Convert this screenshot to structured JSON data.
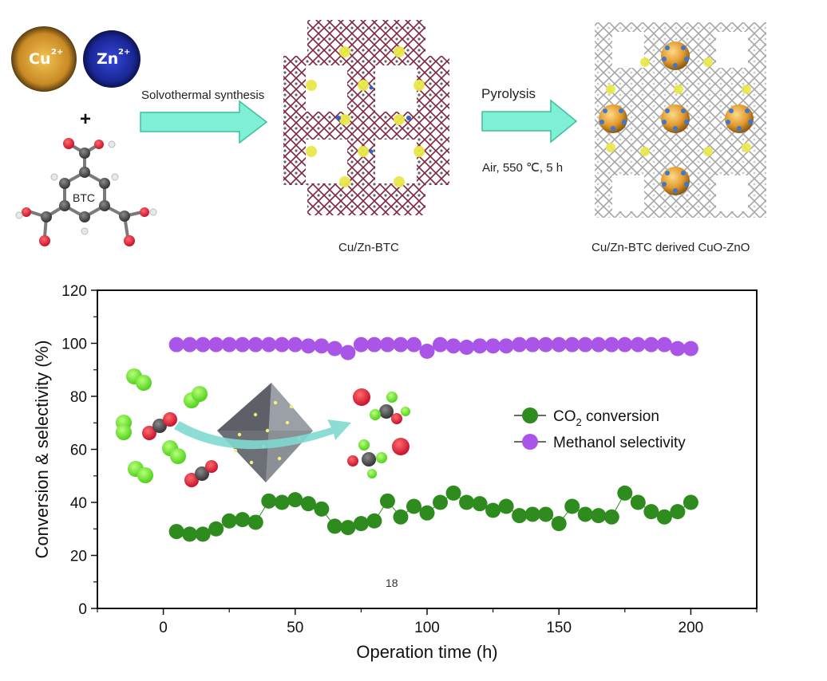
{
  "scheme": {
    "ion_cu": "Cu",
    "ion_cu_charge": "2+",
    "ion_zn": "Zn",
    "ion_zn_charge": "2+",
    "plus": "+",
    "ligand": "BTC",
    "step1": "Solvothermal synthesis",
    "step2": "Pyrolysis",
    "step2_condition": "Air, 550 ℃, 5 h",
    "framework_label": "Cu/Zn-BTC",
    "product_label": "Cu/Zn-BTC derived CuO-ZnO",
    "page_number": "18"
  },
  "colors": {
    "cu": "#d9a63a",
    "zn": "#1d2fa8",
    "arrow": "#7ff0d6",
    "co2_series": "#2e8b1e",
    "methanol_series": "#a855e8",
    "framework_red": "#8b1e3f",
    "framework_yellow": "#e8e84a",
    "framework_gray": "#b8b8b8"
  },
  "chart_data": {
    "type": "scatter",
    "xlabel": "Operation time (h)",
    "ylabel": "Conversion & selectivity (%)",
    "xlim": [
      -25,
      225
    ],
    "ylim": [
      0,
      120
    ],
    "xticks": [
      0,
      50,
      100,
      150,
      200
    ],
    "yticks": [
      0,
      20,
      40,
      60,
      80,
      100,
      120
    ],
    "grid": false,
    "legend_position": "right",
    "series": [
      {
        "name_main": "CO",
        "name_sub": "2",
        "name_rest": " conversion",
        "color": "#2e8b1e",
        "x": [
          5,
          10,
          15,
          20,
          25,
          30,
          35,
          40,
          45,
          50,
          55,
          60,
          65,
          70,
          75,
          80,
          85,
          90,
          95,
          100,
          105,
          110,
          115,
          120,
          125,
          130,
          135,
          140,
          145,
          150,
          155,
          160,
          165,
          170,
          175,
          180,
          185,
          190,
          195,
          200
        ],
        "y": [
          29,
          28,
          28,
          30,
          33,
          33.5,
          32.5,
          40.5,
          40,
          41,
          39.5,
          37.5,
          31,
          30.5,
          32,
          33,
          40.5,
          34.5,
          38.5,
          36,
          40,
          43.5,
          40,
          39.5,
          37,
          38.5,
          35,
          35.5,
          35.5,
          32,
          38.5,
          35.5,
          35,
          34.5,
          43.5,
          40,
          36.5,
          34.5,
          36.5,
          40
        ]
      },
      {
        "name": "Methanol selectivity",
        "color": "#a855e8",
        "x": [
          5,
          10,
          15,
          20,
          25,
          30,
          35,
          40,
          45,
          50,
          55,
          60,
          65,
          70,
          75,
          80,
          85,
          90,
          95,
          100,
          105,
          110,
          115,
          120,
          125,
          130,
          135,
          140,
          145,
          150,
          155,
          160,
          165,
          170,
          175,
          180,
          185,
          190,
          195,
          200
        ],
        "y": [
          99.5,
          99.5,
          99.5,
          99.5,
          99.5,
          99.5,
          99.5,
          99.5,
          99.5,
          99.5,
          99,
          99,
          98,
          96.5,
          99.5,
          99.5,
          99.5,
          99.5,
          99.5,
          97,
          99.5,
          99,
          98.5,
          99,
          99,
          99,
          99.5,
          99.5,
          99.5,
          99.5,
          99.5,
          99.5,
          99.5,
          99.5,
          99.5,
          99.5,
          99.5,
          99.5,
          98,
          98
        ]
      }
    ]
  }
}
